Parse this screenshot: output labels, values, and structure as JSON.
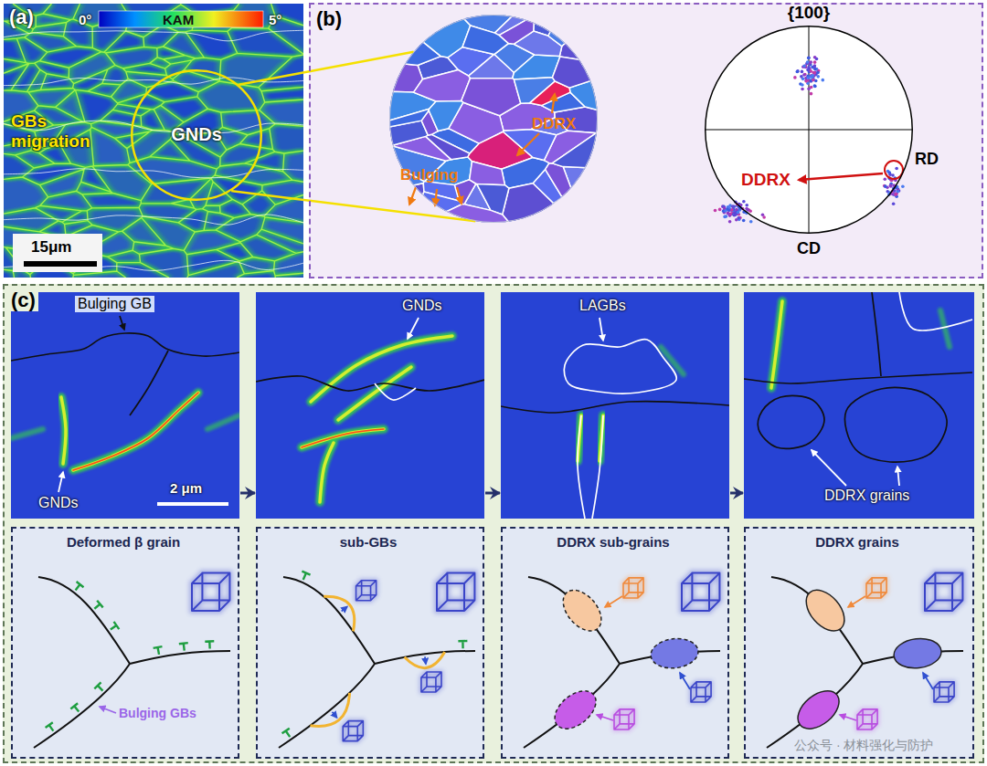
{
  "diagram": {
    "nodes": [
      {
        "text": [
          "(a)",
          "0°",
          "KAM",
          "5°",
          "GBs migration",
          "15μm"
        ]
      },
      {
        "text": [
          "GNDs"
        ],
        "in": 0
      },
      {
        "text": [
          "(b)"
        ]
      },
      {
        "text": [
          "Bulging",
          "DDRX"
        ],
        "in": 2
      },
      {
        "text": [
          "{100}",
          "RD",
          "DDRX",
          "CD"
        ],
        "in": 2
      },
      {
        "text": [
          "(c)"
        ]
      },
      {
        "text": [
          "Bulging GB",
          "GNDs",
          "2 μm"
        ],
        "in": 5
      },
      {
        "text": [
          "GNDs"
        ],
        "in": 5
      },
      {
        "text": [
          "LAGBs"
        ],
        "in": 5
      },
      {
        "text": [
          "DDRX grains"
        ],
        "in": 5
      },
      {
        "text": [
          "Deformed β grain",
          "Bulging GBs"
        ],
        "in": 5
      },
      {
        "text": [
          "sub-GBs"
        ],
        "in": 5
      },
      {
        "text": [
          "DDRX sub-grains"
        ],
        "in": 5
      },
      {
        "text": [
          "DDRX grains"
        ],
        "in": 5
      }
    ],
    "edges": [
      {
        "from": 1,
        "to": 3,
        "arrow": "none"
      },
      {
        "from": 1,
        "to": 3,
        "arrow": "none"
      },
      {
        "from": 6,
        "to": 7,
        "arrow": "to"
      },
      {
        "from": 7,
        "to": 8,
        "arrow": "to"
      },
      {
        "from": 8,
        "to": 9,
        "arrow": "to"
      }
    ],
    "labels": [
      "公众号 · 材料强化与防护"
    ]
  }
}
